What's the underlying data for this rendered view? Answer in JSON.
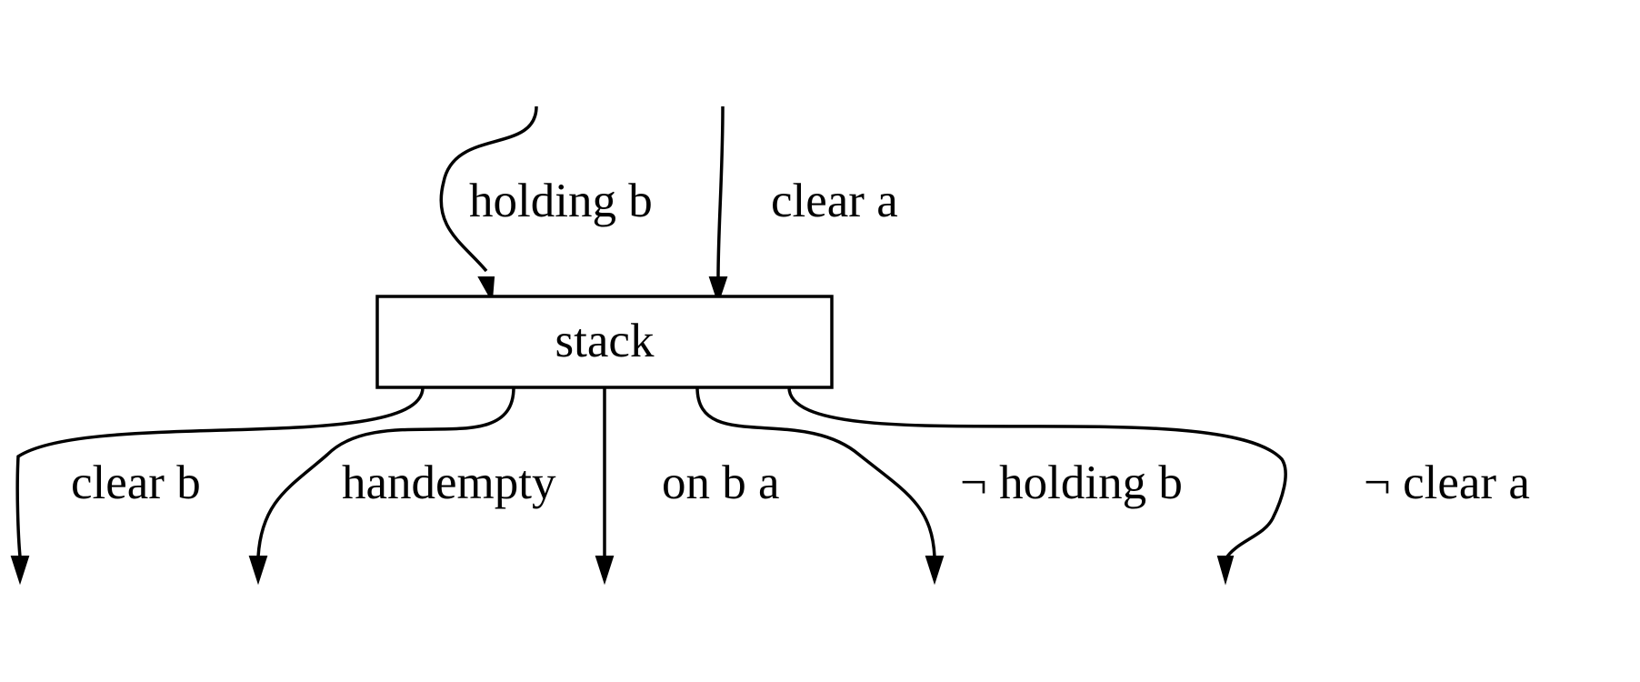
{
  "node": {
    "label": "stack"
  },
  "preconditions": [
    {
      "label": "holding b"
    },
    {
      "label": "clear a"
    }
  ],
  "effects": [
    {
      "label": "clear b"
    },
    {
      "label": "handempty"
    },
    {
      "label": "on b a"
    },
    {
      "label": "¬ holding b"
    },
    {
      "label": "¬ clear a"
    }
  ]
}
